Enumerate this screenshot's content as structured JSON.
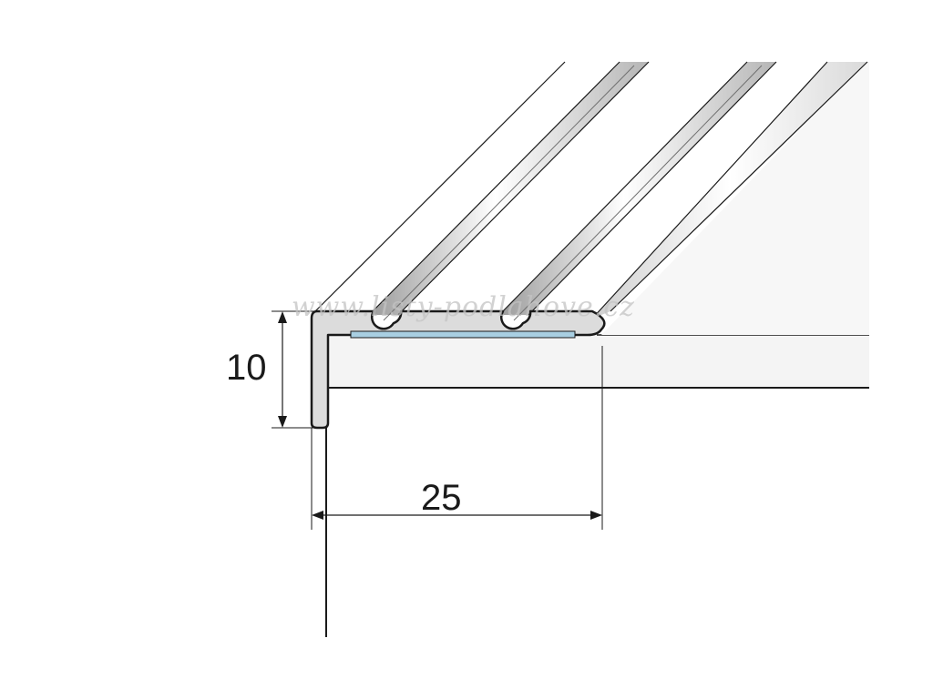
{
  "dimensions": {
    "height": "10",
    "width": "25"
  },
  "watermark": "www.listy-podlahove.cz",
  "colors": {
    "profile_fill": "#dcdcdc",
    "outline": "#1a1a1a",
    "tape": "#a9cfe2",
    "step_fill": "#f4f4f4"
  }
}
